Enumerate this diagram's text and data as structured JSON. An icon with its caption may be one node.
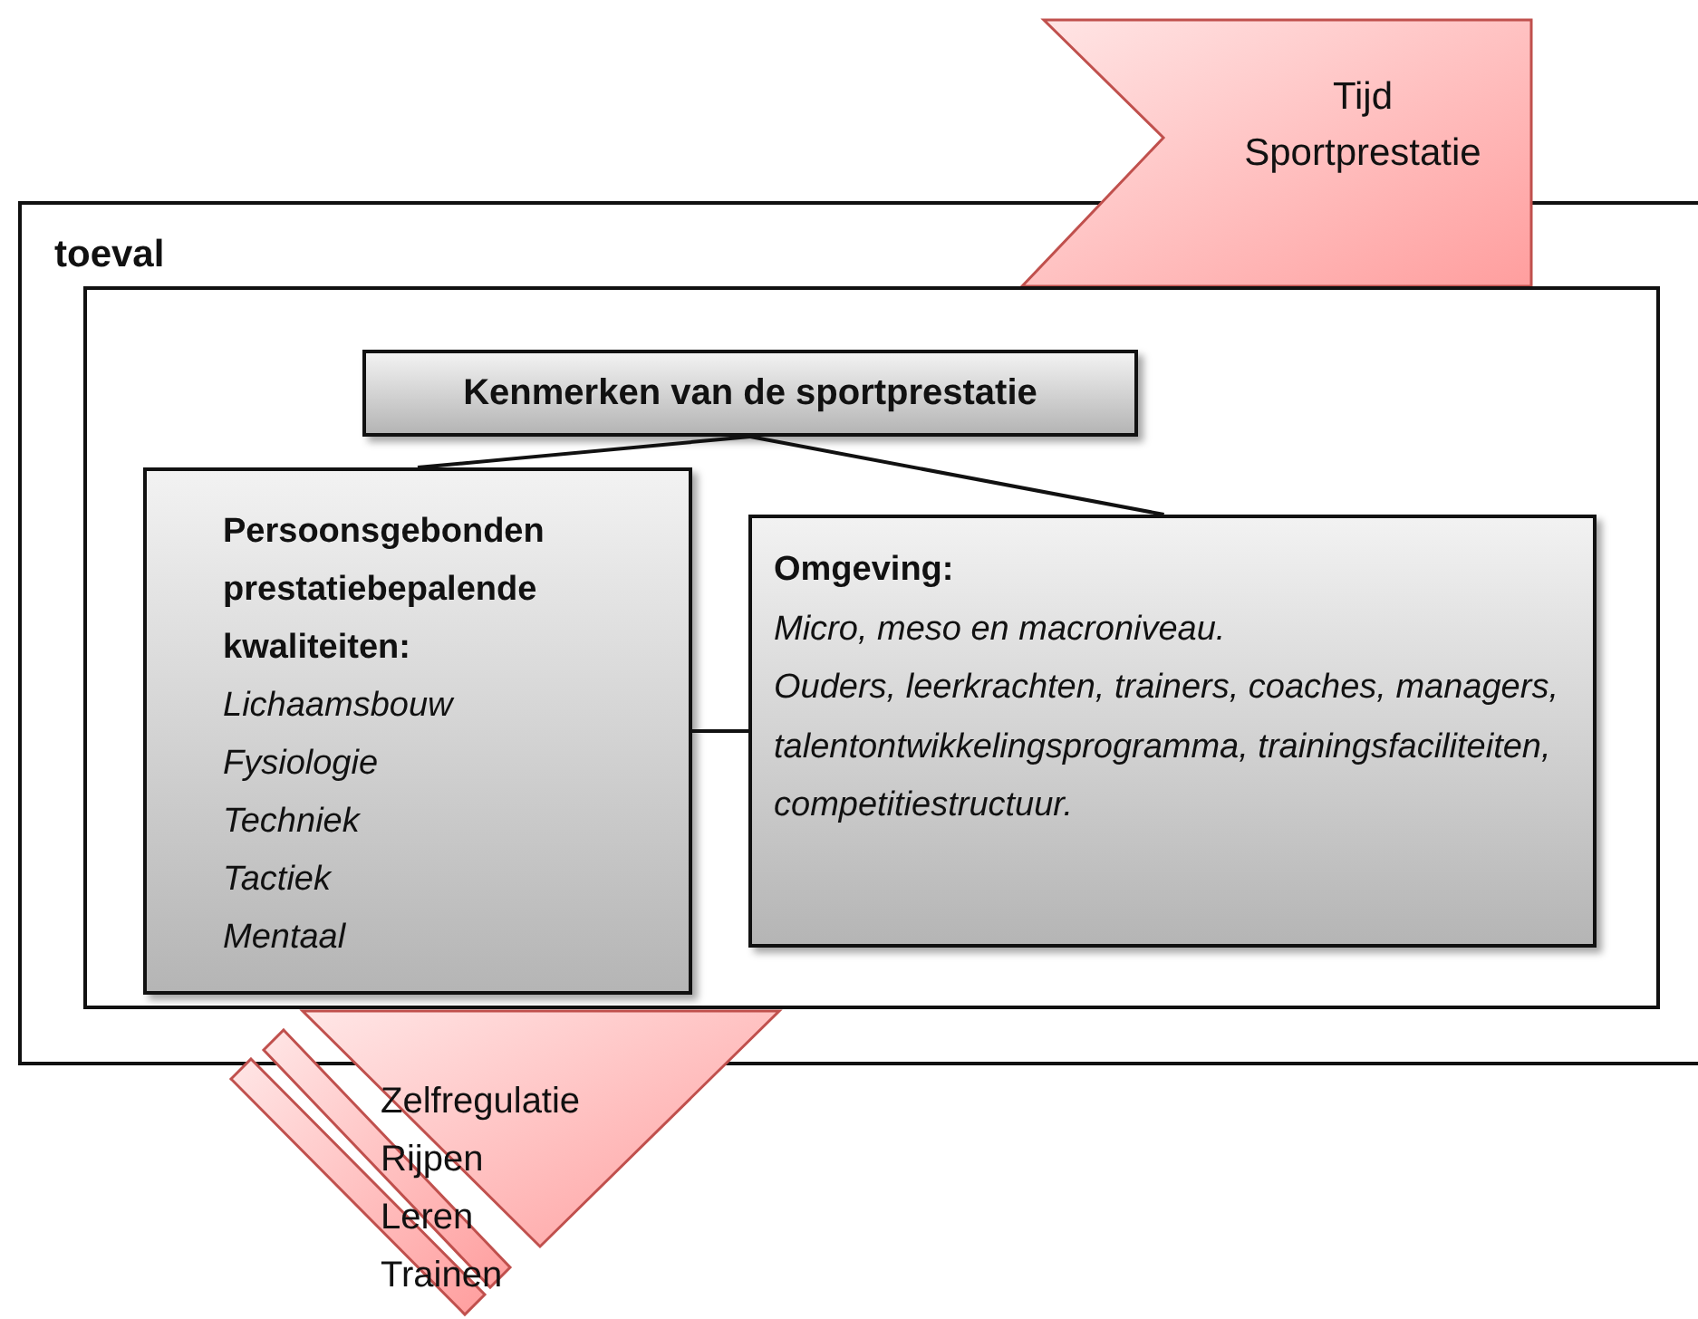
{
  "diagram": {
    "nodes": [
      {
        "text": [
          "toeval"
        ]
      },
      {
        "text": [],
        "shape": "box",
        "in": 0
      },
      {
        "text": [
          "Kenmerken van de sportprestatie"
        ],
        "in": 1
      },
      {
        "text": [
          "Persoonsgebonden prestatiebepalende kwaliteiten:",
          "Lichaamsbouw",
          "Fysiologie",
          "Techniek",
          "Tactiek",
          "Mentaal"
        ],
        "in": 1
      },
      {
        "text": [
          "Omgeving:",
          "Micro, meso en macroniveau.",
          "Ouders, leerkrachten, trainers, coaches, managers, talentontwikkelingsprogramma, trainingsfaciliteiten, competitiestructuur."
        ],
        "in": 1
      },
      {
        "text": [
          "Tijd",
          "Sportprestatie"
        ]
      },
      {
        "text": [
          "Zelfregulatie",
          "Rijpen",
          "Leren",
          "Trainen"
        ]
      }
    ],
    "edges": [
      {
        "from": 2,
        "to": 3,
        "arrow": "none"
      },
      {
        "from": 2,
        "to": 4,
        "arrow": "none"
      },
      {
        "from": 3,
        "to": 4,
        "arrow": "none"
      }
    ]
  }
}
